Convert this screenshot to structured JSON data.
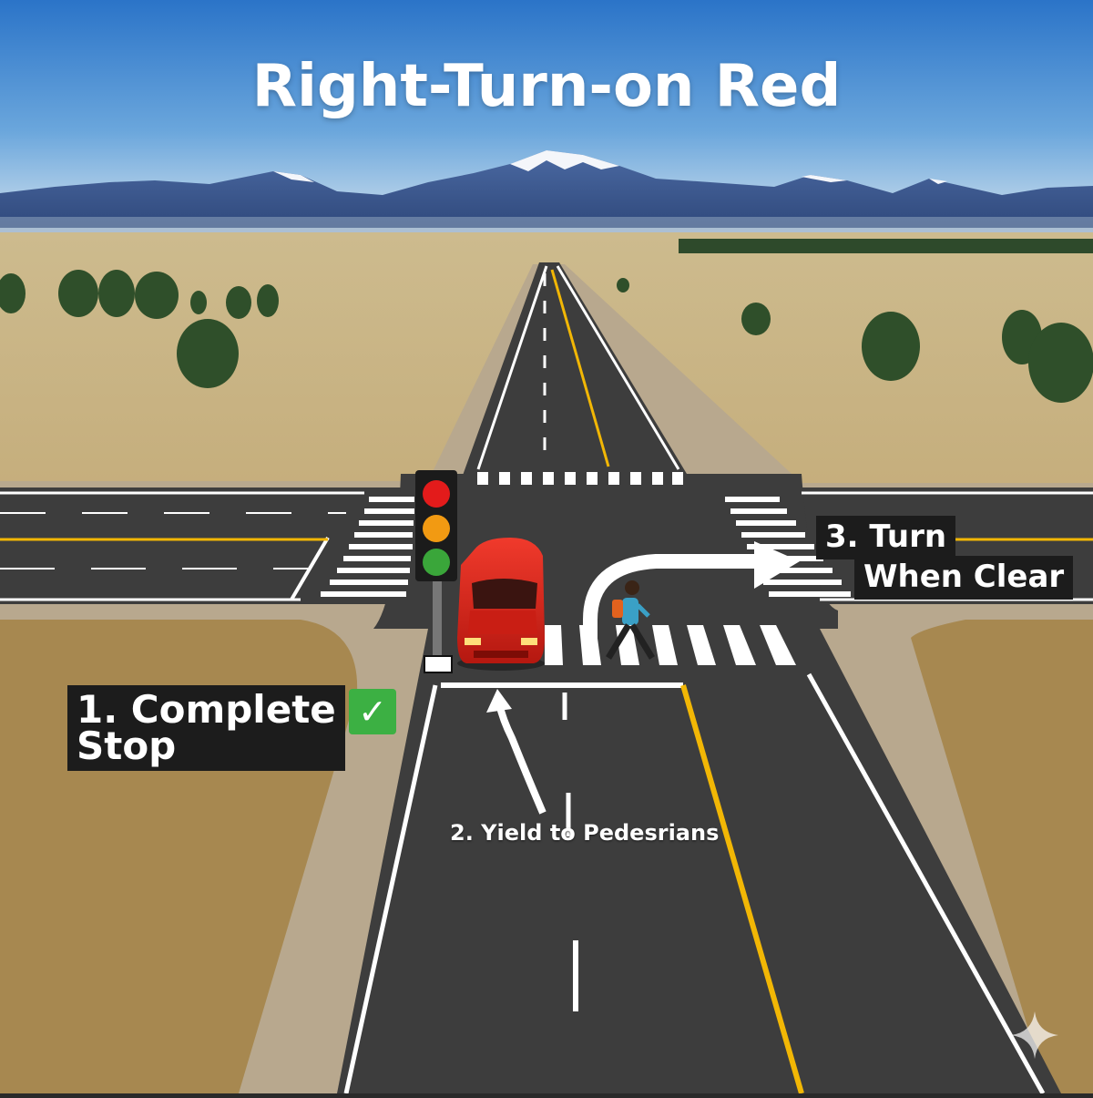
{
  "title": "Right-Turn-on Red",
  "steps": {
    "step1_line1": "1. Complete",
    "step1_line2": "Stop",
    "step2": "2. Yield to Pedesrians",
    "step3_line1": "3. Turn",
    "step3_line2": "When Clear"
  },
  "icons": {
    "check": "check-mark-icon",
    "sparkle": "sparkle-icon"
  },
  "colors": {
    "sky_top": "#2f7fd1",
    "sky_bottom": "#cde0ee",
    "grass": "#b89a5a",
    "road": "#3b3b3b",
    "center_line": "#f2b705",
    "car": "#d8261c",
    "light_red": "#e31b1b",
    "light_amber": "#f29a12",
    "light_green": "#3aa63a",
    "check_green": "#3cb043"
  }
}
